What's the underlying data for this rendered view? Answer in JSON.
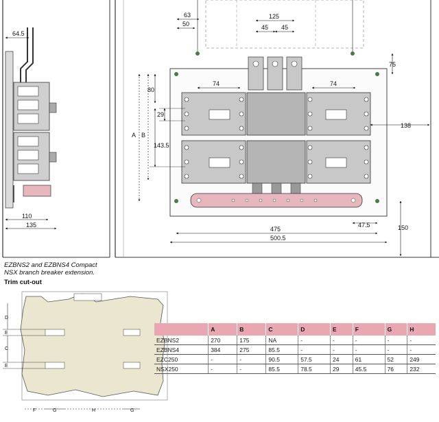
{
  "caption": {
    "line1": "EZBNS2 and EZBNS4 Compact",
    "line2": "NSX branch breaker extension."
  },
  "trim_title": "Trim cut-out",
  "side_view": {
    "dim_top": "64.5",
    "dim_110": "110",
    "dim_135": "135"
  },
  "front_view": {
    "dim_63": "63",
    "dim_50": "50",
    "dim_125": "125",
    "dim_45a": "45",
    "dim_45b": "45",
    "dim_75": "75",
    "dim_74a": "74",
    "dim_74b": "74",
    "dim_80": "80",
    "dim_29": "29",
    "dim_A": "A",
    "dim_B": "B",
    "dim_1435": "143.5",
    "dim_138": "138",
    "dim_475": "475",
    "dim_475b": "47.5",
    "dim_5005": "500.5",
    "dim_150": "150"
  },
  "trim_view": {
    "label_D": "D",
    "label_E1": "E",
    "label_C": "C",
    "label_E2": "E",
    "label_F": "F",
    "label_G1": "G",
    "label_H": "H",
    "label_G2": "G"
  },
  "table": {
    "headers": [
      "",
      "A",
      "B",
      "C",
      "D",
      "E",
      "F",
      "G",
      "H"
    ],
    "rows": [
      [
        "EZBNS2",
        "270",
        "175",
        "NA",
        "-",
        "-",
        "-",
        "-",
        "-"
      ],
      [
        "EZBNS4",
        "384",
        "275",
        "85.5",
        "-",
        "-",
        "-",
        "-",
        "-"
      ],
      [
        "EZC250",
        "-",
        "-",
        "90.5",
        "57.5",
        "24",
        "61",
        "52",
        "249"
      ],
      [
        "NSX250",
        "-",
        "-",
        "85.5",
        "78.5",
        "29",
        "45.5",
        "76",
        "232"
      ]
    ]
  },
  "colors": {
    "header_pink": "#e8a7b1",
    "trim_fill": "#ebe6cf",
    "breaker_gray": "#c8c8c8",
    "busbar_pink": "#e8b6bd"
  }
}
